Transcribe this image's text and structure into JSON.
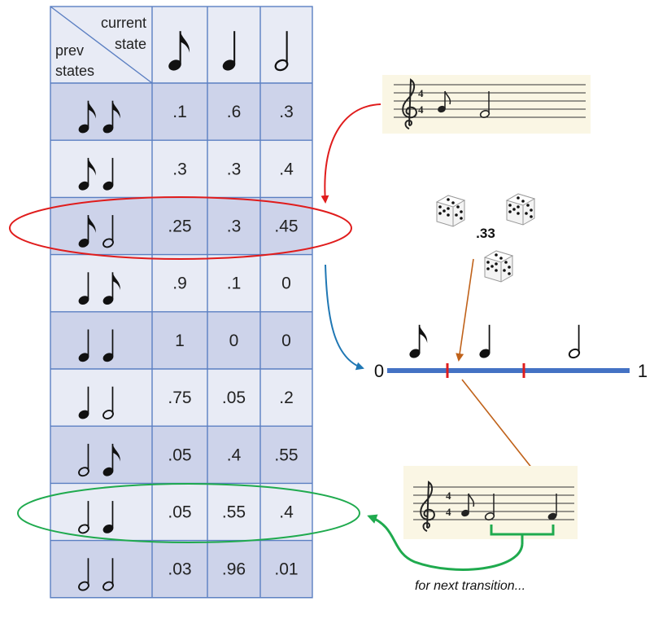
{
  "table": {
    "header": {
      "current_state_line1": "current",
      "current_state_line2": "state",
      "prev_states_line1": "prev",
      "prev_states_line2": "states"
    },
    "columns": [
      {
        "note": "eighth-note-icon"
      },
      {
        "note": "quarter-note-icon"
      },
      {
        "note": "half-note-icon"
      }
    ],
    "rows": [
      {
        "prev": [
          "eighth",
          "eighth"
        ],
        "probs": [
          ".1",
          ".6",
          ".3"
        ]
      },
      {
        "prev": [
          "eighth",
          "quarter"
        ],
        "probs": [
          ".3",
          ".3",
          ".4"
        ]
      },
      {
        "prev": [
          "eighth",
          "half"
        ],
        "probs": [
          ".25",
          ".3",
          ".45"
        ]
      },
      {
        "prev": [
          "quarter",
          "eighth"
        ],
        "probs": [
          ".9",
          ".1",
          "0"
        ]
      },
      {
        "prev": [
          "quarter",
          "quarter"
        ],
        "probs": [
          "1",
          "0",
          "0"
        ]
      },
      {
        "prev": [
          "quarter",
          "half"
        ],
        "probs": [
          ".75",
          ".05",
          ".2"
        ]
      },
      {
        "prev": [
          "half",
          "eighth"
        ],
        "probs": [
          ".05",
          ".4",
          ".55"
        ]
      },
      {
        "prev": [
          "half",
          "quarter"
        ],
        "probs": [
          ".05",
          ".55",
          ".4"
        ]
      },
      {
        "prev": [
          "half",
          "half"
        ],
        "probs": [
          ".03",
          ".96",
          ".01"
        ]
      }
    ]
  },
  "random_value": ".33",
  "number_line": {
    "start_label": "0",
    "end_label": "1",
    "segments": [
      "eighth",
      "quarter",
      "half"
    ]
  },
  "caption": "for next transition...",
  "colors": {
    "table_border": "#5b7fc2",
    "row_dark": "#cdd3ea",
    "row_light": "#e8ebf5",
    "highlight_red": "#e01c1c",
    "highlight_green": "#1faa4e",
    "arrow_blue": "#1f77b4",
    "arrow_brown": "#c0621a",
    "number_line": "#4472c4",
    "paper": "#faf6e4"
  }
}
